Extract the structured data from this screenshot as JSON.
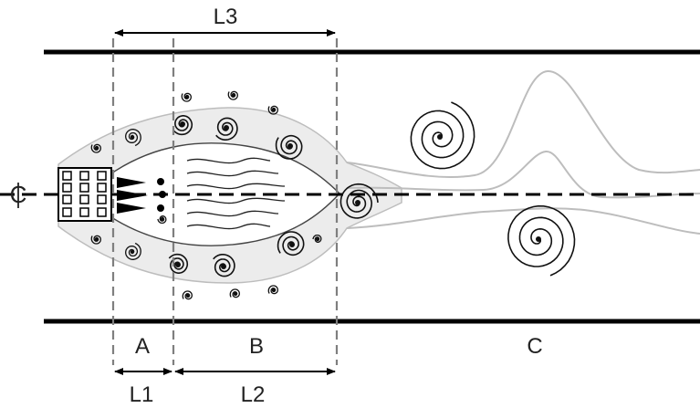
{
  "labels": {
    "L3": "L3",
    "L1": "L1",
    "L2": "L2",
    "A": "A",
    "B": "B",
    "C": "C",
    "centerline": "C"
  },
  "colors": {
    "wall": "#000000",
    "divider": "#7f7f7f",
    "shear_layer": "#bdbdbd",
    "shade": "#e9e9e9",
    "vortex": "#111111"
  }
}
